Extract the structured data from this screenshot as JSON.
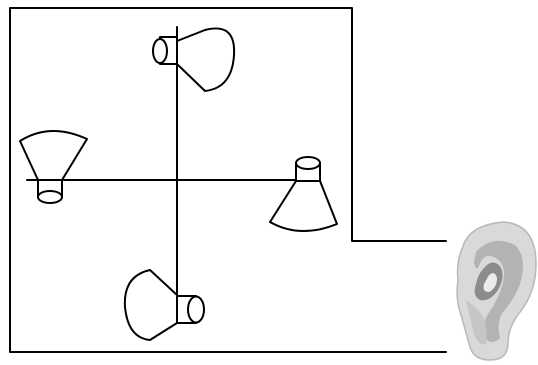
{
  "diagram": {
    "type": "illustration",
    "objects": [
      {
        "name": "speaker-top",
        "facing": "right"
      },
      {
        "name": "speaker-left",
        "facing": "up"
      },
      {
        "name": "speaker-right",
        "facing": "down"
      },
      {
        "name": "speaker-bottom",
        "facing": "left"
      },
      {
        "name": "ear",
        "description-free": true
      }
    ],
    "colors": {
      "ink": "#000000",
      "ear_light": "#d9d9d9",
      "ear_mid": "#b3b3b3",
      "ear_dark": "#8c8c8c"
    },
    "icons": [
      "speaker-icon",
      "ear-icon"
    ]
  }
}
